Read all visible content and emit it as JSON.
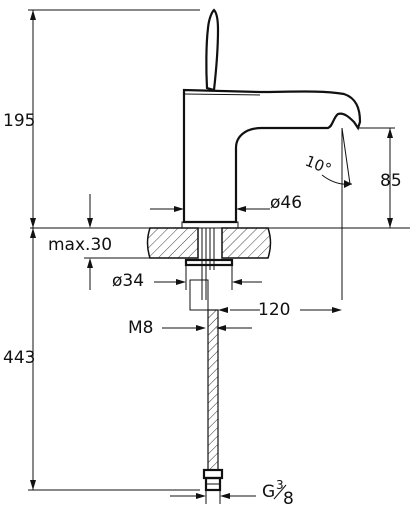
{
  "dimensions": {
    "height_top": "195",
    "height_bottom": "443",
    "spout_height": "85",
    "reach": "120",
    "angle": "10°",
    "body_diameter": "ø46",
    "shank_diameter": "ø34",
    "max_deck_thickness": "max.30",
    "thread": "M8",
    "connection": "G"
  },
  "connection_fraction": {
    "numerator": "3",
    "denominator": "8"
  }
}
